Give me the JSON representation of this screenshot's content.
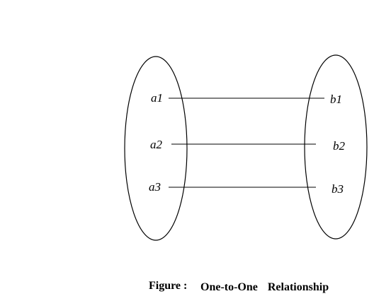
{
  "set_a": {
    "elements": [
      "a1",
      "a2",
      "a3"
    ]
  },
  "set_b": {
    "elements": [
      "b1",
      "b2",
      "b3"
    ]
  },
  "mappings": [
    {
      "from": "a1",
      "to": "b1"
    },
    {
      "from": "a2",
      "to": "b2"
    },
    {
      "from": "a3",
      "to": "b3"
    }
  ],
  "caption": {
    "prefix": "Figure :",
    "title": "One-to-One  Relationship"
  }
}
